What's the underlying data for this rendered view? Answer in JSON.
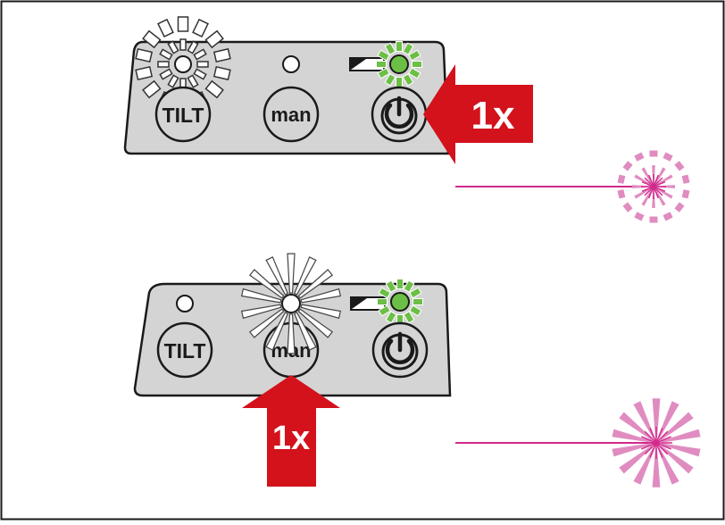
{
  "colors": {
    "panel_fill": "#d4d4d4",
    "panel_stroke": "#1a1a1a",
    "led_green": "#6cbf45",
    "ray_green": "#6cbf45",
    "laser_pink": "#d12a8c",
    "laser_pink_light": "#e08cc0",
    "arrow_red": "#d3121b",
    "frame": "#1a1a1a"
  },
  "step1": {
    "tilt_label": "TILT",
    "man_label": "man",
    "press_count_label": "1x",
    "tilt_led_state": "flashing",
    "power_led_state": "flashing",
    "laser_state": "flashing"
  },
  "step2": {
    "tilt_label": "TILT",
    "man_label": "man",
    "press_count_label": "1x",
    "man_led_state": "lit",
    "power_led_state": "flashing",
    "laser_state": "on"
  }
}
